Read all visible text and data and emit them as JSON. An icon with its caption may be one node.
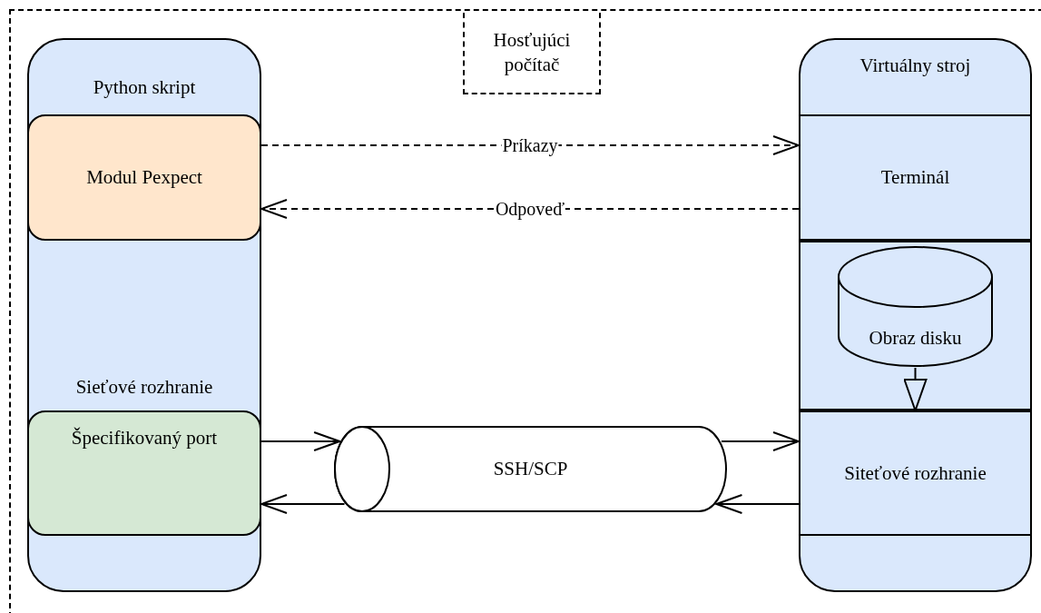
{
  "diagram": {
    "nodes": [
      {
        "text": [
          "Hosťujúci počítač"
        ]
      },
      {
        "text": [
          "Python skript"
        ],
        "in": 0
      },
      {
        "text": [
          "Modul Pexpect"
        ],
        "in": 1
      },
      {
        "text": [
          "Sieťové rozhranie",
          "Špecifikovaný port"
        ],
        "in": 1
      },
      {
        "text": [
          "Virtuálny stroj"
        ],
        "in": 0
      },
      {
        "text": [
          "Terminál"
        ],
        "in": 4
      },
      {
        "text": [],
        "shape": "box",
        "in": 4
      },
      {
        "text": [
          "Obraz disku"
        ],
        "in": 6
      },
      {
        "text": [
          "Siteťové rozhranie"
        ],
        "in": 4
      },
      {
        "text": [
          "SSH/SCP"
        ],
        "in": 0
      }
    ],
    "edges": [
      {
        "from": 2,
        "to": 5,
        "arrow": "to",
        "label": "Príkazy",
        "style": "dashed"
      },
      {
        "from": 5,
        "to": 2,
        "arrow": "to",
        "label": "Odpoveď",
        "style": "dashed"
      },
      {
        "from": 3,
        "to": 9,
        "arrow": "to"
      },
      {
        "from": 9,
        "to": 8,
        "arrow": "to"
      },
      {
        "from": 8,
        "to": 9,
        "arrow": "to"
      },
      {
        "from": 9,
        "to": 3,
        "arrow": "to"
      },
      {
        "from": 7,
        "to": 8,
        "arrow": "to"
      }
    ]
  }
}
